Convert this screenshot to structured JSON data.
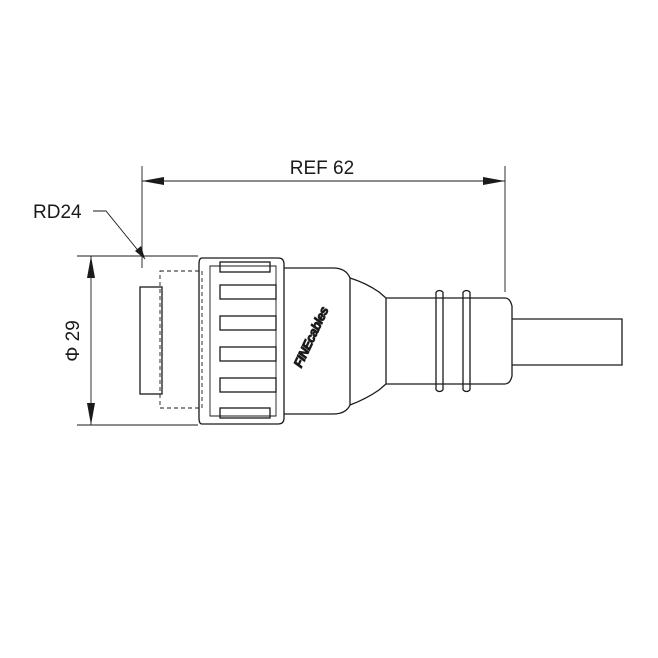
{
  "dimensions": {
    "length_label": "REF 62",
    "diameter_label": "Φ 29",
    "radius_label": "RD24"
  },
  "logo": {
    "brand": "FINEcables"
  },
  "colors": {
    "line": "#1a1a1a",
    "background": "#ffffff"
  }
}
